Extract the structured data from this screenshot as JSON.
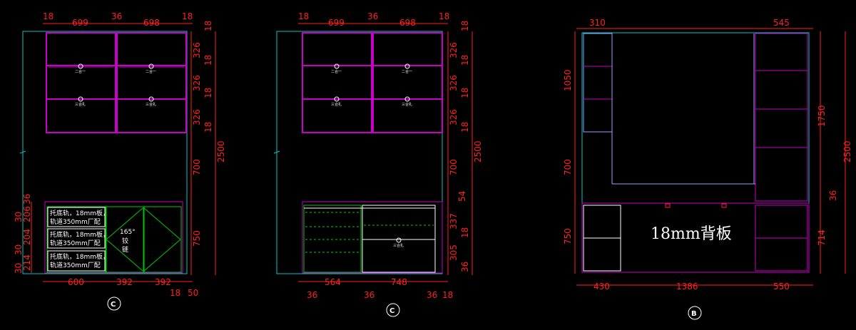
{
  "colors": {
    "background": "#000000",
    "outline": "#00c8c8",
    "panel": "#c800c8",
    "dimension": "#ff2020",
    "green": "#00c800",
    "text": "#ffffff",
    "lavender": "#9b9bff"
  },
  "left_view": {
    "top_dims": [
      "18",
      "699",
      "36",
      "698",
      "18"
    ],
    "right_dims": [
      "18",
      "326",
      "18",
      "326",
      "18",
      "326",
      "18",
      "700",
      "750"
    ],
    "total": "2500",
    "left_dims": [
      "36",
      "206",
      "30",
      "204",
      "30",
      "214",
      "30"
    ],
    "bottom_dims": [
      "600",
      "392",
      "392"
    ],
    "bottom_right_dims": [
      "18",
      "50"
    ],
    "drawer_note_line1": "托底轨，18mm板，",
    "drawer_note_line2": "轨道350mm厂配",
    "hinge_angle": "165°",
    "hinge_line1": "铰",
    "hinge_line2": "链",
    "shelf_tag_upper": "二合一",
    "shelf_tag_lower": "三合扎",
    "marker": "C"
  },
  "middle_view": {
    "top_dims": [
      "18",
      "699",
      "36",
      "698",
      "18"
    ],
    "right_dims": [
      "18",
      "326",
      "18",
      "326",
      "18",
      "326",
      "18",
      "700",
      "54",
      "337",
      "18",
      "305",
      "36"
    ],
    "total": "2500",
    "bottom_dims": [
      "36",
      "564",
      "36",
      "748",
      "36",
      "18"
    ],
    "shelf_tag_upper": "二合一",
    "shelf_tag_lower": "三合扎",
    "drawer_tag": "三合扎",
    "marker": "C"
  },
  "right_view": {
    "top_dims": [
      "310",
      "545"
    ],
    "left_dims": [
      "1050",
      "700",
      "750"
    ],
    "right_dims": [
      "1750",
      "36",
      "714"
    ],
    "total": "2500",
    "bottom_dims": [
      "430",
      "1386",
      "550"
    ],
    "back_panel": "18mm背板",
    "marker": "B"
  }
}
